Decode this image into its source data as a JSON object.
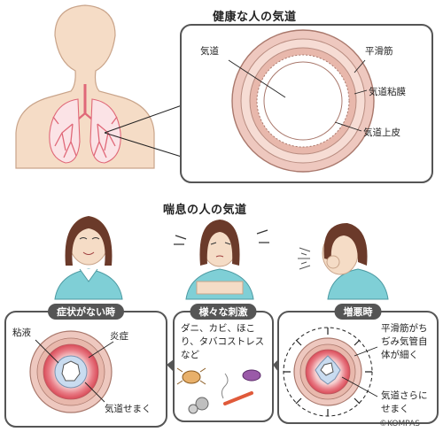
{
  "healthy": {
    "title": "健康な人の気道",
    "labels": {
      "airway": "気道",
      "smooth_muscle": "平滑筋",
      "mucosa": "気道粘膜",
      "epithelium": "気道上皮"
    }
  },
  "asthma": {
    "title": "喘息の人の気道",
    "panels": [
      {
        "tag": "症状がない時",
        "labels": [
          "粘液",
          "炎症",
          "気道せまく"
        ]
      },
      {
        "tag": "様々な刺激",
        "text": "ダニ、カビ、ほこり、タバコストレスなど"
      },
      {
        "tag": "増悪時",
        "labels": [
          "平滑筋がちぢみ気管自体が細く",
          "気道さらにせまく"
        ]
      }
    ]
  },
  "credit": "©KOMPAS",
  "colors": {
    "skin": "#f5dcc6",
    "wall": "#eec8bf",
    "muscle": "#d9a89c",
    "inflammation": "#e0505a",
    "lumen": "#c9dcf0",
    "shirt": "#7fcfd6",
    "hair": "#6b3a2a"
  }
}
